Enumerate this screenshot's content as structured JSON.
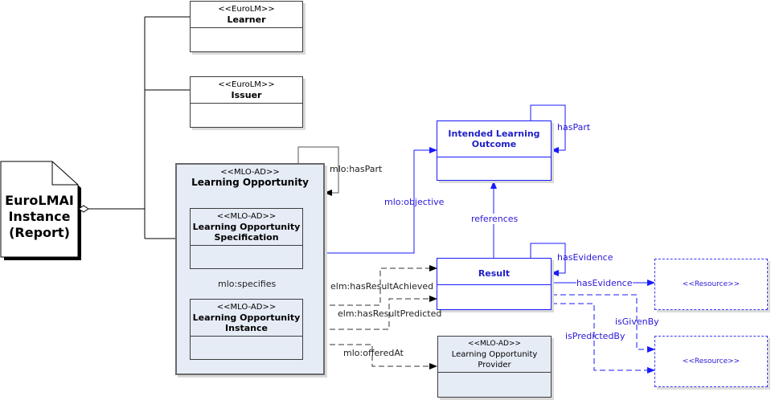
{
  "report": {
    "title_lines": [
      "EuroLMAI",
      "Instance",
      "(Report)"
    ]
  },
  "classes": {
    "learner": {
      "stereotype": "<<EuroLM>>",
      "name": "Learner"
    },
    "issuer": {
      "stereotype": "<<EuroLM>>",
      "name": "Issuer"
    },
    "learning_opportunity": {
      "stereotype": "<<MLO-AD>>",
      "name": "Learning Opportunity"
    },
    "lo_specification": {
      "stereotype": "<<MLO-AD>>",
      "name_lines": [
        "Learning Opportunity",
        "Specification"
      ]
    },
    "lo_instance": {
      "stereotype": "<<MLO-AD>>",
      "name_lines": [
        "Learning Opportunity",
        "Instance"
      ]
    },
    "intended_learning_outcome": {
      "name_lines": [
        "Intended Learning",
        "Outcome"
      ]
    },
    "result": {
      "name": "Result"
    },
    "lo_provider": {
      "stereotype": "<<MLO-AD>>",
      "name_lines": [
        "Learning Opportunity",
        "Provider"
      ]
    },
    "resource_1": {
      "stereotype": "<<Resource>>"
    },
    "resource_2": {
      "stereotype": "<<Resource>>"
    }
  },
  "relations": {
    "lo_has_part": "mlo:hasPart",
    "specifies": "mlo:specifies",
    "objective": "mlo:objective",
    "ilo_has_part": "hasPart",
    "references": "references",
    "result_has_evidence_self": "hasEvidence",
    "has_evidence": "hasEvidence",
    "has_result_achieved": "elm:hasResultAchieved",
    "has_result_predicted": "elm:hasResultPredicted",
    "offered_at": "mlo:offeredAt",
    "is_given_by": "isGivenBy",
    "is_predicted_by": "isPredictedBy"
  },
  "colors": {
    "blue": "#1a1aff",
    "dark": "#3c3c3c",
    "fill": "#e6ecf6"
  }
}
